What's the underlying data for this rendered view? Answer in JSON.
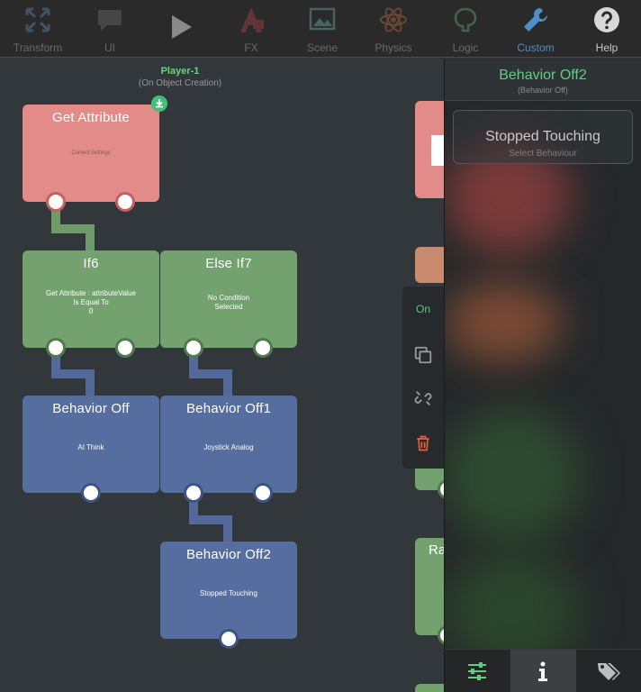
{
  "toolbar": {
    "items": [
      {
        "label": "Transform",
        "icon": "expand-arrows-icon"
      },
      {
        "label": "UI",
        "icon": "speech-bubble-icon"
      },
      {
        "label": "",
        "icon": "play-icon"
      },
      {
        "label": "FX",
        "icon": "fx-icon"
      },
      {
        "label": "Scene",
        "icon": "image-icon"
      },
      {
        "label": "Physics",
        "icon": "atom-icon"
      },
      {
        "label": "Logic",
        "icon": "brain-icon"
      },
      {
        "label": "Custom",
        "icon": "wrench-icon"
      },
      {
        "label": "Help",
        "icon": "question-icon"
      }
    ],
    "active": "Custom"
  },
  "graph": {
    "player": {
      "name": "Player-1",
      "trigger": "(On Object Creation)"
    },
    "nodes": {
      "get_attribute": {
        "title": "Get Attribute",
        "sub": "Current Settings"
      },
      "if6": {
        "title": "If6",
        "sub": "Get Attribute : attributeValue\nIs Equal To\n0"
      },
      "else_if7": {
        "title": "Else If7",
        "sub": "No Condition\nSelected"
      },
      "behavior_off": {
        "title": "Behavior Off",
        "sub": "AI Think"
      },
      "behavior_off1": {
        "title": "Behavior Off1",
        "sub": "Joystick Analog"
      },
      "behavior_off2": {
        "title": "Behavior Off2",
        "sub": "Stopped Touching"
      },
      "partial_ra": {
        "title": "Ra"
      }
    }
  },
  "context_menu": {
    "on_label": "On"
  },
  "panel": {
    "title": "Behavior Off2",
    "subtitle": "(Behavior Off)",
    "card": {
      "title": "Stopped Touching",
      "subtitle": "Select Behaviour"
    }
  },
  "colors": {
    "node_red": "#e38b88",
    "node_green": "#74a26f",
    "node_blue": "#566e9f",
    "accent_green": "#5fcf7f",
    "accent_blue": "#4e8fc9",
    "delete_orange": "#e0633a"
  }
}
